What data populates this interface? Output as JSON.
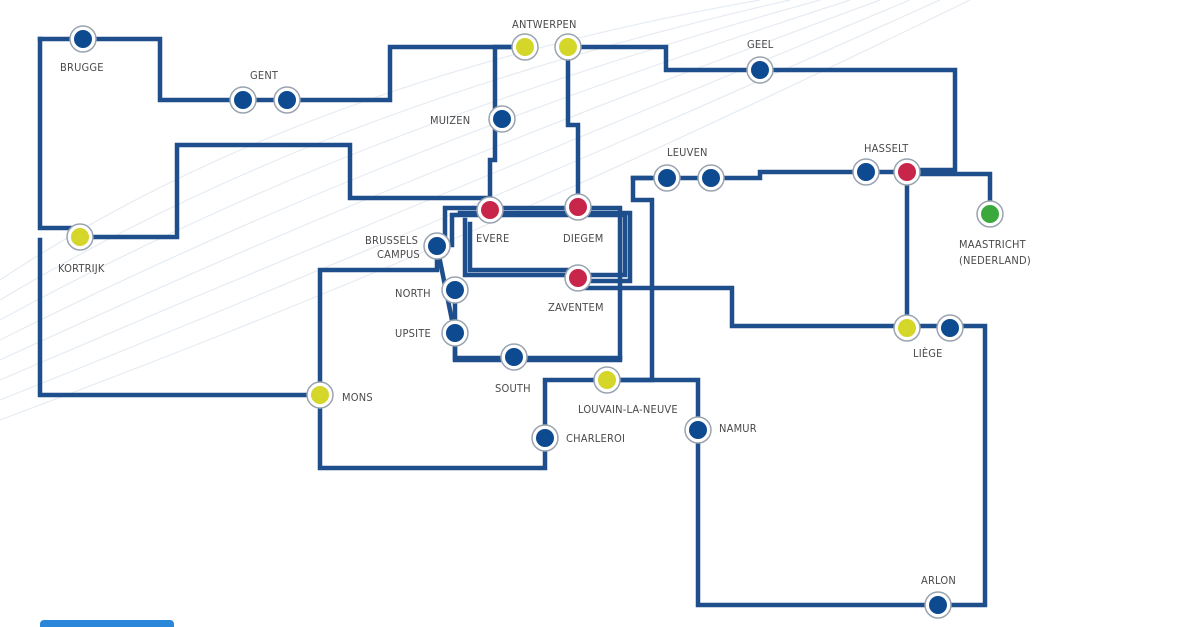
{
  "colors": {
    "line": "#1f4e8c",
    "station_blue": "#0d4a8f",
    "station_yellow": "#d4d629",
    "station_red": "#c8254a",
    "station_green": "#3aa83c",
    "ring": "#9aa4b0",
    "label": "#4a4a4a",
    "tab": "#2a86d8"
  },
  "stations": {
    "brugge": {
      "label": "BRUGGE",
      "kind": "blue"
    },
    "gent_a": {
      "label": "",
      "kind": "blue"
    },
    "gent_b": {
      "label": "",
      "kind": "blue"
    },
    "gent_label": {
      "label": "GENT"
    },
    "antwerpen_a": {
      "label": "",
      "kind": "yellow"
    },
    "antwerpen_b": {
      "label": "",
      "kind": "yellow"
    },
    "antwerpen_label": {
      "label": "ANTWERPEN"
    },
    "geel": {
      "label": "GEEL",
      "kind": "blue"
    },
    "muizen": {
      "label": "MUIZEN",
      "kind": "blue"
    },
    "leuven_a": {
      "label": "",
      "kind": "blue"
    },
    "leuven_b": {
      "label": "",
      "kind": "blue"
    },
    "leuven_label": {
      "label": "LEUVEN"
    },
    "hasselt_a": {
      "label": "",
      "kind": "blue"
    },
    "hasselt_b": {
      "label": "",
      "kind": "red"
    },
    "hasselt_label": {
      "label": "HASSELT"
    },
    "maastricht": {
      "label": "MAASTRICHT",
      "label2": "(NEDERLAND)",
      "kind": "green"
    },
    "kortrijk": {
      "label": "KORTRIJK",
      "kind": "yellow"
    },
    "evere": {
      "label": "EVERE",
      "kind": "red"
    },
    "diegem": {
      "label": "DIEGEM",
      "kind": "red"
    },
    "zaventem": {
      "label": "ZAVENTEM",
      "kind": "red"
    },
    "brussels_campus": {
      "label": "BRUSSELS",
      "label2": "CAMPUS",
      "kind": "blue"
    },
    "north": {
      "label": "NORTH",
      "kind": "blue"
    },
    "upsite": {
      "label": "UPSITE",
      "kind": "blue"
    },
    "south": {
      "label": "SOUTH",
      "kind": "blue"
    },
    "mons": {
      "label": "MONS",
      "kind": "yellow"
    },
    "louvain": {
      "label": "LOUVAIN-LA-NEUVE",
      "kind": "yellow"
    },
    "charleroi": {
      "label": "CHARLEROI",
      "kind": "blue"
    },
    "namur": {
      "label": "NAMUR",
      "kind": "blue"
    },
    "liege_a": {
      "label": "",
      "kind": "yellow"
    },
    "liege_b": {
      "label": "",
      "kind": "blue"
    },
    "liege_label": {
      "label": "LIÈGE"
    },
    "arlon": {
      "label": "ARLON",
      "kind": "blue"
    }
  }
}
